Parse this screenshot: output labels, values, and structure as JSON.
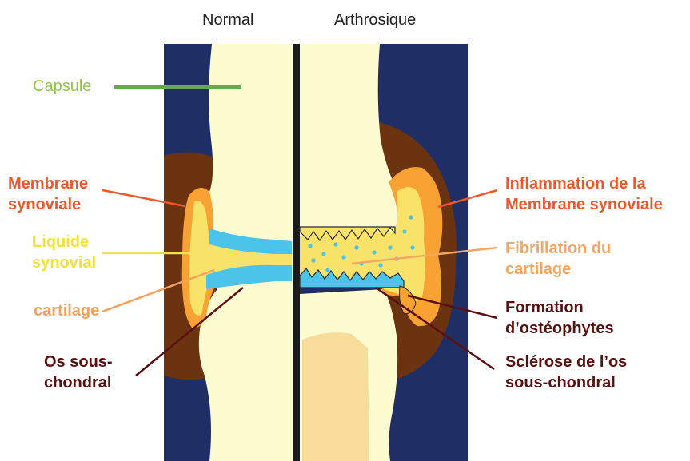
{
  "headers": {
    "normal": "Normal",
    "arthrosique": "Arthrosique"
  },
  "labels": {
    "capsule": "Capsule",
    "membrane_synoviale": "Membrane\nsynoviale",
    "liquide_synovial": "Liquide\nsynovial",
    "cartilage": "cartilage",
    "os_sous_chondral": "Os sous-\nchondral",
    "inflammation": "Inflammation de la\nMembrane synoviale",
    "fibrillation": "Fibrillation du\ncartilage",
    "osteophytes": "Formation\nd’ostéophytes",
    "sclerose": "Sclérose de l’os\nsous-chondral"
  },
  "colors": {
    "background_navy": "#1f2f66",
    "bone": "#fdfbd0",
    "capsule_brown": "#6b3310",
    "synovial_membrane": "#f7a233",
    "synovial_fluid": "#f9e268",
    "cartilage_blue": "#4cc3e8",
    "capsule_green": "#8dc63f",
    "membrane_red": "#f0572a",
    "cartilage_label": "#f4a15d",
    "dark_label": "#5a1010",
    "fibrillation_label": "#f4a664"
  }
}
